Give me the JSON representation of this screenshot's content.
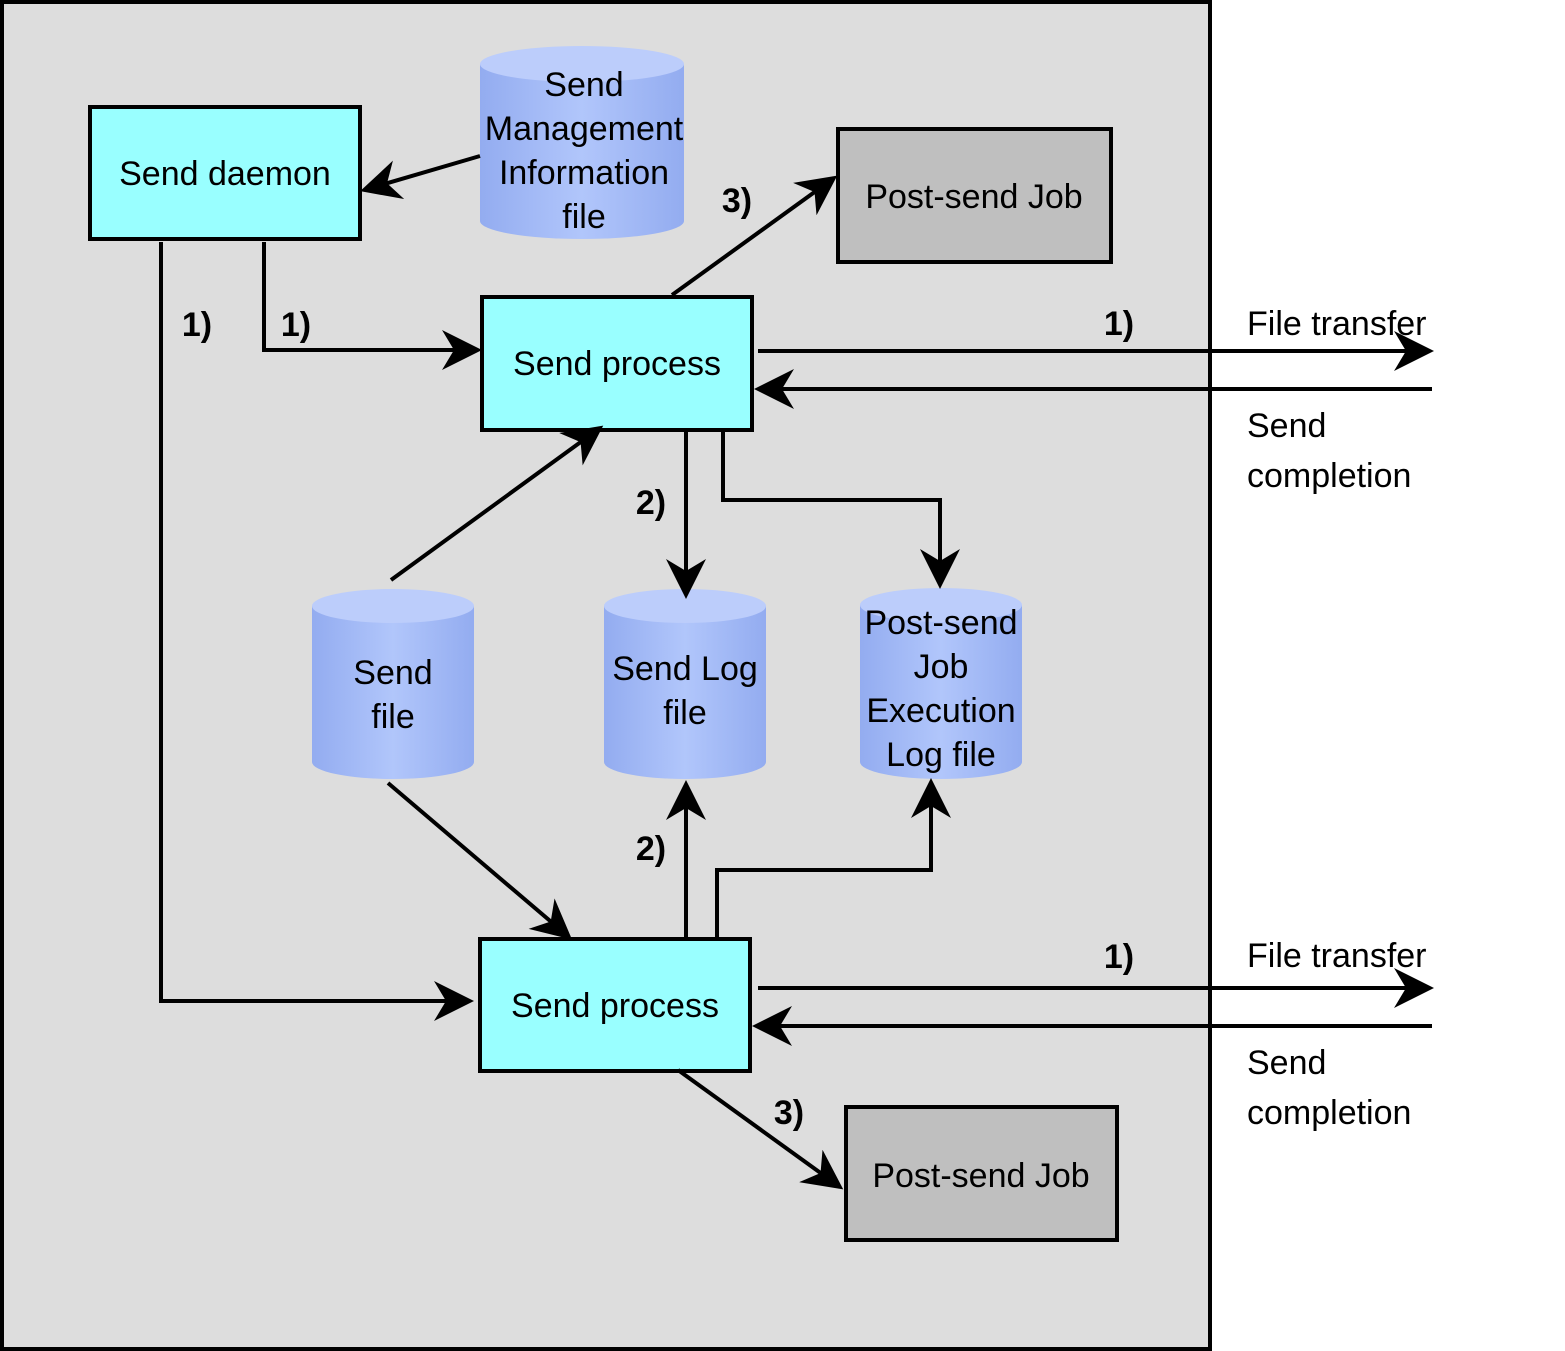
{
  "colors": {
    "frame_fill": "#dddddd",
    "process_fill": "#99ffff",
    "job_fill": "#bfbfbf",
    "cylinder_fill": "#a6bcf7",
    "cylinder_top": "#bccdfb",
    "line": "#000000"
  },
  "nodes": {
    "send_daemon": "Send daemon",
    "send_process_top": "Send process",
    "send_process_bottom": "Send process",
    "post_send_job_top": "Post-send Job",
    "post_send_job_bottom": "Post-send Job",
    "mgmt_file": [
      "Send",
      "Management",
      "Information",
      "file"
    ],
    "send_file": [
      "Send",
      "file"
    ],
    "send_log_file": [
      "Send Log",
      "file"
    ],
    "exec_log_file": [
      "Post-send",
      "Job",
      "Execution",
      "Log file"
    ]
  },
  "step_labels": {
    "daemon_left": "1)",
    "daemon_right": "1)",
    "transfer_top": "1)",
    "transfer_bottom": "1)",
    "log_top": "2)",
    "log_bottom": "2)",
    "job_top": "3)",
    "job_bottom": "3)"
  },
  "external": {
    "file_transfer_top": "File transfer",
    "send_completion_top": [
      "Send",
      "completion"
    ],
    "file_transfer_bottom": "File transfer",
    "send_completion_bottom": [
      "Send",
      "completion"
    ]
  }
}
